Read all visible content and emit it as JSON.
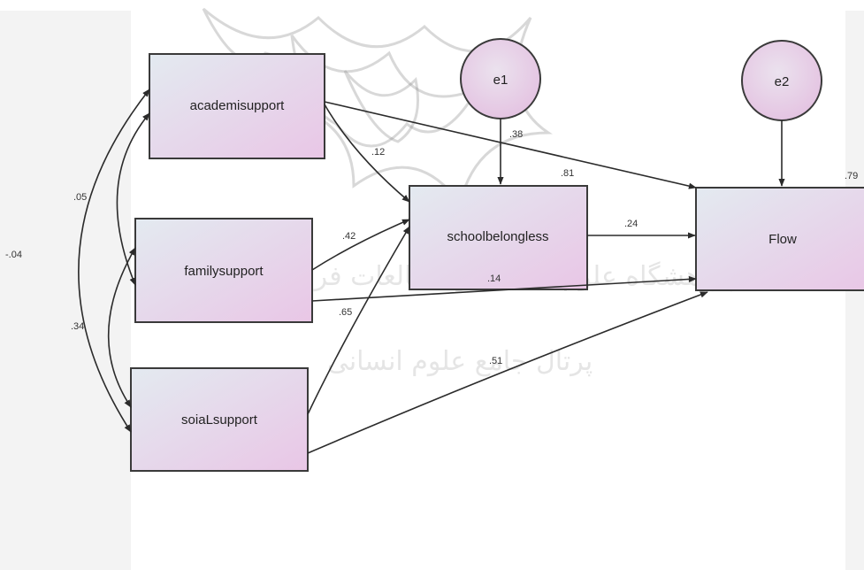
{
  "nodes": {
    "academic": "academisupport",
    "family": "familysupport",
    "social": "soiaLsupport",
    "school": "schoolbelongless",
    "flow": "Flow",
    "e1": "e1",
    "e2": "e2"
  },
  "r_squared": {
    "school": ".81",
    "flow": ".79"
  },
  "coefficients": {
    "academic_to_school": ".12",
    "academic_to_flow": ".38",
    "family_to_school": ".42",
    "family_to_flow": ".14",
    "social_to_school": ".65",
    "social_to_flow": ".51",
    "school_to_flow": ".24"
  },
  "correlations": {
    "academic_family": ".05",
    "family_social": ".34",
    "academic_social": "-.04"
  },
  "watermark": {
    "line1": "پژوهشگاه علوم انسانی و مطالعات فرهنگی",
    "line2": "پرتال جامع علوم انسانی"
  },
  "colors": {
    "box_fill_start": "#e3eaf0",
    "box_fill_end": "#e9c6e6",
    "stroke": "#3a3a3a"
  }
}
